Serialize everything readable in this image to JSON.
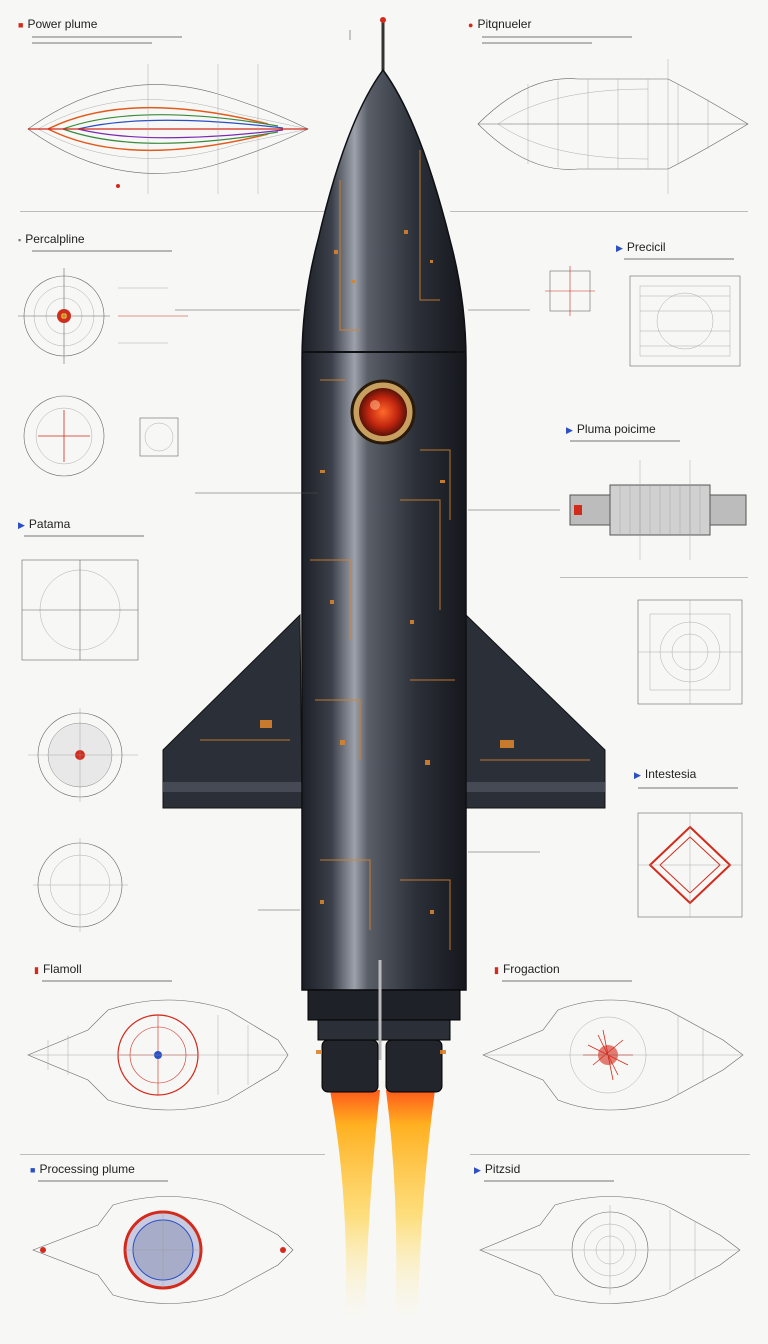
{
  "colors": {
    "background": "#f7f7f5",
    "hull": "#2b2f38",
    "hull_highlight": "#a8adb5",
    "circuit": "#d8832a",
    "flame": "#ffb020",
    "accent_red": "#d42a1c",
    "accent_blue": "#2b4fc4"
  },
  "panels": {
    "power_plume": {
      "title": "Power plume",
      "marker": "red-square"
    },
    "plasma_top_right": {
      "title": "Pitqnueler",
      "marker": "red-circle"
    },
    "percalpline": {
      "title": "Percalpline",
      "marker": "gray"
    },
    "precicil": {
      "title": "Precicil",
      "marker": "arrow"
    },
    "plasma_left": {
      "title": "Patama",
      "marker": "arrow"
    },
    "pluma_poicime": {
      "title": "Pluma poicime",
      "marker": "arrow"
    },
    "intestesia": {
      "title": "Intestesia",
      "marker": "arrow"
    },
    "flamoll": {
      "title": "Flamoll",
      "marker": "red-bar"
    },
    "frogaction": {
      "title": "Frogaction",
      "marker": "red-bar"
    },
    "processing_plume": {
      "title": "Processing plume",
      "marker": "blue-square"
    },
    "pitzsid": {
      "title": "Pitzsid",
      "marker": "arrow"
    }
  }
}
